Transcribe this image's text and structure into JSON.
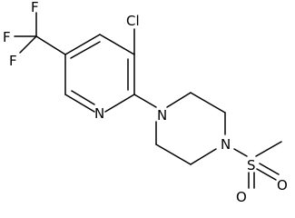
{
  "atoms": {
    "f_top": "F",
    "f_left": "F",
    "f_bottom": "F",
    "chlorine": "Cl",
    "pyridine_n": "N",
    "piperazine_n1": "N",
    "piperazine_n4": "N",
    "sulfur": "S",
    "oxygen_right": "O",
    "oxygen_bottom": "O"
  },
  "colors": {
    "bond": "#000000",
    "label": "#000000",
    "background": "#ffffff"
  }
}
